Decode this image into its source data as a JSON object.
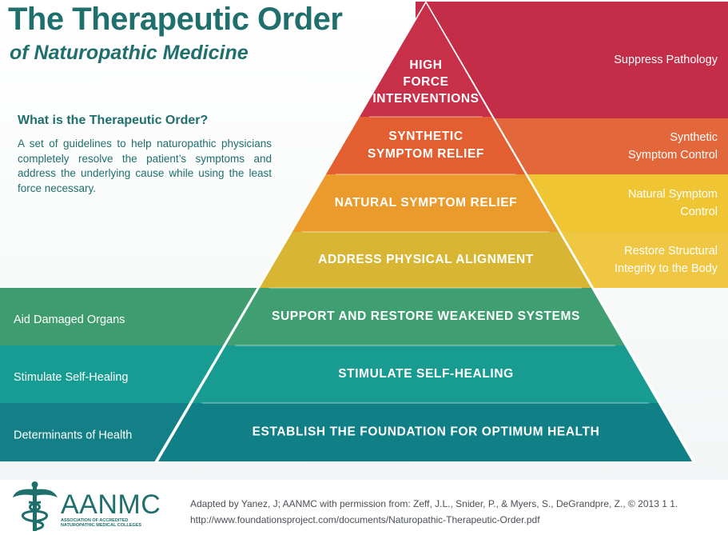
{
  "header": {
    "title": "The Therapeutic Order",
    "subtitle": "of Naturopathic Medicine"
  },
  "intro": {
    "heading": "What is the Therapeutic Order?",
    "body": "A set of guidelines to help naturopathic physicians completely resolve the patient’s symptoms and address the underlying cause while using the least force necessary."
  },
  "pyramid": {
    "levels": [
      {
        "lines": [
          "HIGH",
          "FORCE",
          "INTERVENTIONS"
        ],
        "color": "#c8304a"
      },
      {
        "lines": [
          "SYNTHETIC",
          "SYMPTOM RELIEF"
        ],
        "color": "#e35f32"
      },
      {
        "lines": [
          "NATURAL SYMPTOM RELIEF"
        ],
        "color": "#eb9a2c"
      },
      {
        "lines": [
          "ADDRESS PHYSICAL ALIGNMENT"
        ],
        "color": "#d8b634"
      },
      {
        "lines": [
          "SUPPORT AND RESTORE WEAKENED SYSTEMS"
        ],
        "color": "#3f9f72"
      },
      {
        "lines": [
          "STIMULATE SELF-HEALING"
        ],
        "color": "#189c92"
      },
      {
        "lines": [
          "ESTABLISH THE FOUNDATION FOR OPTIMUM HEALTH"
        ],
        "color": "#117f86"
      }
    ]
  },
  "right_bands": [
    {
      "lines": [
        "Suppress Pathology"
      ],
      "color": "#c42d47"
    },
    {
      "lines": [
        "Synthetic",
        "Symptom Control"
      ],
      "color": "#e2673a"
    },
    {
      "lines": [
        "Natural Symptom",
        "Control"
      ],
      "color": "#f0c534"
    },
    {
      "lines": [
        "Restore Structural",
        "Integrity to the Body"
      ],
      "color": "#efc743"
    }
  ],
  "left_bands": [
    {
      "lines": [
        "Aid Damaged Organs"
      ],
      "color": "#3e9c70"
    },
    {
      "lines": [
        "Stimulate Self-Healing"
      ],
      "color": "#179c93"
    },
    {
      "lines": [
        "Determinants of Health"
      ],
      "color": "#137f86"
    }
  ],
  "footer": {
    "logo_text": "AANMC",
    "logo_subtext_1": "ASSOCIATION OF ACCREDITED",
    "logo_subtext_2": "NATUROPATHIC MEDICAL COLLEGES",
    "citation": "Adapted by Yanez, J; AANMC with permission from: Zeff, J.L., Snider, P., & Myers, S., DeGrandpre, Z., © 2013 1 1. http://www.foundationsproject.com/documents/Naturopathic-Therapeutic-Order.pdf"
  }
}
